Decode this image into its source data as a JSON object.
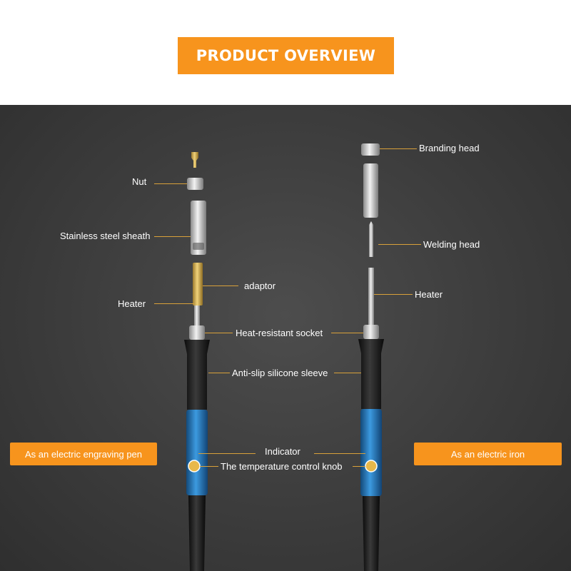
{
  "header": {
    "title": "PRODUCT OVERVIEW"
  },
  "labels": {
    "nut": "Nut",
    "sheath": "Stainless steel sheath",
    "adaptor": "adaptor",
    "heater_left": "Heater",
    "socket": "Heat-resistant socket",
    "sleeve": "Anti-slip silicone sleeve",
    "indicator": "Indicator",
    "knob": "The temperature control knob",
    "branding_head": "Branding head",
    "welding_head": "Welding head",
    "heater_right": "Heater"
  },
  "badges": {
    "left": "As an electric engraving pen",
    "right": "As an electric iron"
  },
  "colors": {
    "accent": "#f7941d",
    "panel": "#3c3c3c",
    "grip": "#2a7fc4"
  }
}
